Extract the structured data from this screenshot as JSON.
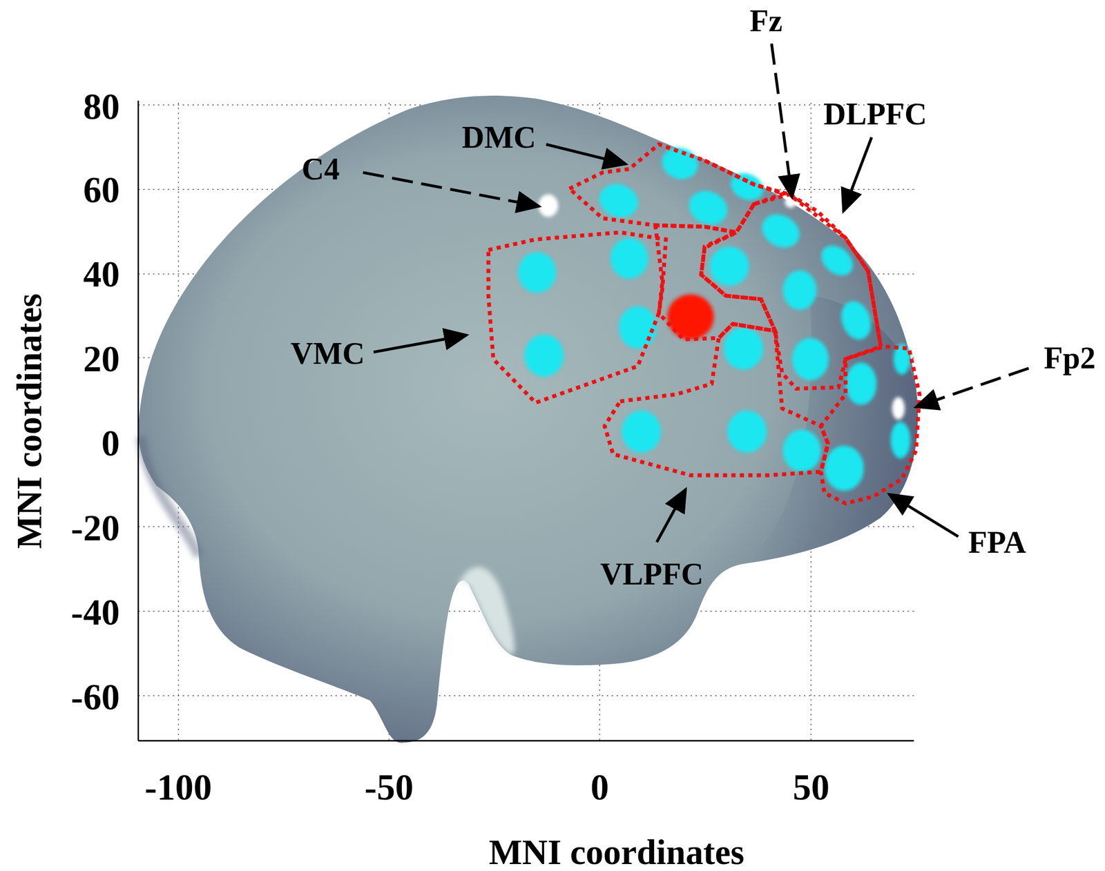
{
  "diagram": {
    "labels": [
      "80",
      "60",
      "40",
      "20",
      "0",
      "-20",
      "-40",
      "-60",
      "-100",
      "-50",
      "0",
      "50",
      "MNI coordinates",
      "MNI coordinates",
      "C4",
      "DMC",
      "Fz",
      "DLPFC",
      "VMC",
      "Fp2",
      "FPA",
      "VLPFC"
    ]
  }
}
